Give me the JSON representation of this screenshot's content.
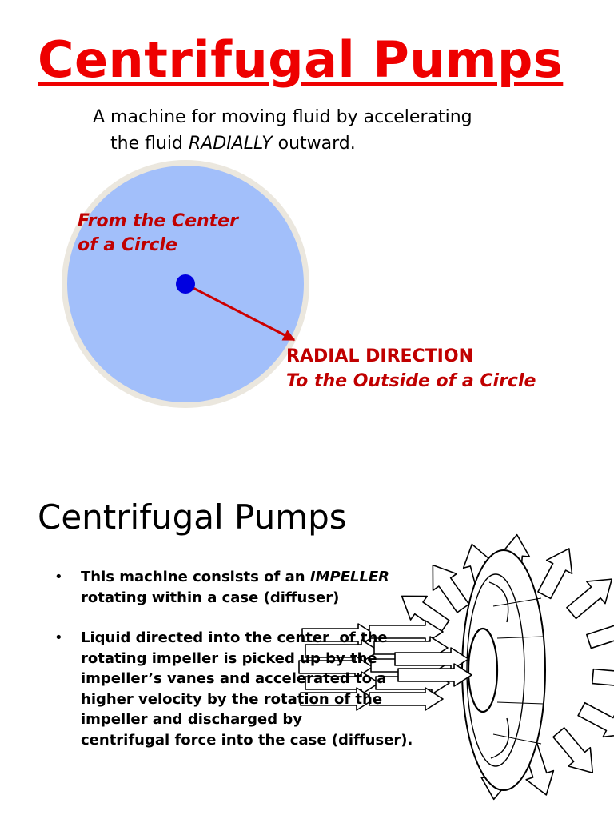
{
  "slide1": {
    "title": "Centrifugal Pumps",
    "subtitle_line1": "A machine for moving fluid by accelerating",
    "subtitle_line2_pre": "the fluid ",
    "subtitle_line2_em": "RADIALLY",
    "subtitle_line2_post": " outward.",
    "label_center_line1": "From the Center",
    "label_center_line2": "of a Circle",
    "label_radial_line1": "RADIAL DIRECTION",
    "label_radial_line2": "To the Outside of a Circle",
    "colors": {
      "title": "#ee0000",
      "label": "#c00000",
      "circle_fill": "#a2bffa",
      "circle_rim": "#ebe7de",
      "center_dot": "#0000e0",
      "arrow": "#cc0000"
    }
  },
  "slide2": {
    "title": "Centrifugal Pumps",
    "bullet_glyph": "•",
    "bullet1_pre": "This machine consists of an ",
    "bullet1_em": "IMPELLER",
    "bullet1_post": " rotating within a case (diffuser)",
    "bullet2": "Liquid directed into the center  of the rotating impeller is picked up by the impeller’s vanes and accelerated to a higher velocity by the rotation of the impeller and discharged by        centrifugal force into the case (diffuser).",
    "image": "impeller-flow-illustration"
  }
}
